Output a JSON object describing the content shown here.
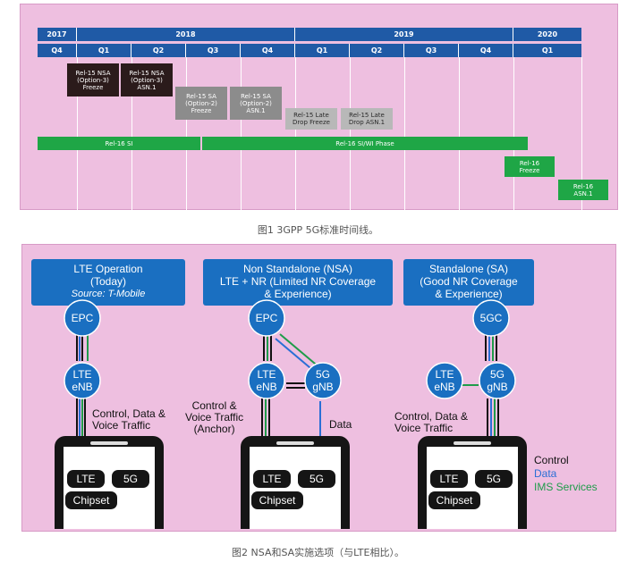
{
  "fig1": {
    "years": [
      "2017",
      "2018",
      "2019",
      "2020"
    ],
    "quarters": [
      "Q4",
      "Q1",
      "Q2",
      "Q3",
      "Q4",
      "Q1",
      "Q2",
      "Q3",
      "Q4",
      "Q1"
    ],
    "milestones": [
      {
        "text": "Rel-15 NSA\n(Option-3)\nFreeze",
        "style": "dark"
      },
      {
        "text": "Rel-15 NSA\n(Option-3)\nASN.1",
        "style": "dark"
      },
      {
        "text": "Rel-15 SA\n(Option-2)\nFreeze",
        "style": "gray1"
      },
      {
        "text": "Rel-15 SA\n(Option-2)\nASN.1",
        "style": "gray1"
      },
      {
        "text": "Rel-15 Late\nDrop Freeze",
        "style": "gray2"
      },
      {
        "text": "Rel-15 Late\nDrop ASN.1",
        "style": "gray2"
      }
    ],
    "bars": [
      "Rel-16 SI",
      "Rel-16 SI/WI Phase"
    ],
    "rel16": [
      "Rel-16\nFreeze",
      "Rel-16\nASN.1"
    ],
    "caption": "图1 3GPP 5G标准时间线。"
  },
  "fig2": {
    "headers": [
      {
        "line1": "LTE Operation",
        "line2": "(Today)",
        "line3": "Source: T-Mobile"
      },
      {
        "line1": "Non Standalone (NSA)",
        "line2": "LTE + NR (Limited NR Coverage",
        "line3": "& Experience)"
      },
      {
        "line1": "Standalone (SA)",
        "line2": "(Good NR Coverage",
        "line3": "& Experience)"
      }
    ],
    "nodes": {
      "epc": "EPC",
      "lte_enb": [
        "LTE",
        "eNB"
      ],
      "gnb": [
        "5G",
        "gNB"
      ],
      "fivegc": "5GC"
    },
    "labels": {
      "left_traffic": [
        "Control, Data &",
        "Voice Traffic"
      ],
      "nsa_traffic": [
        "Control &",
        "Voice Traffic",
        "(Anchor)"
      ],
      "nsa_data": "Data",
      "sa_traffic": [
        "Control, Data &",
        "Voice Traffic"
      ]
    },
    "phone": {
      "lte": "LTE",
      "fiveg": "5G",
      "chipset": "Chipset"
    },
    "legend": [
      {
        "text": "Control",
        "color": "#111111"
      },
      {
        "text": "Data",
        "color": "#2a6fd6"
      },
      {
        "text": "IMS Services",
        "color": "#1f9c4a"
      }
    ],
    "caption": "图2 NSA和SA实施选项（与LTE相比）。"
  }
}
